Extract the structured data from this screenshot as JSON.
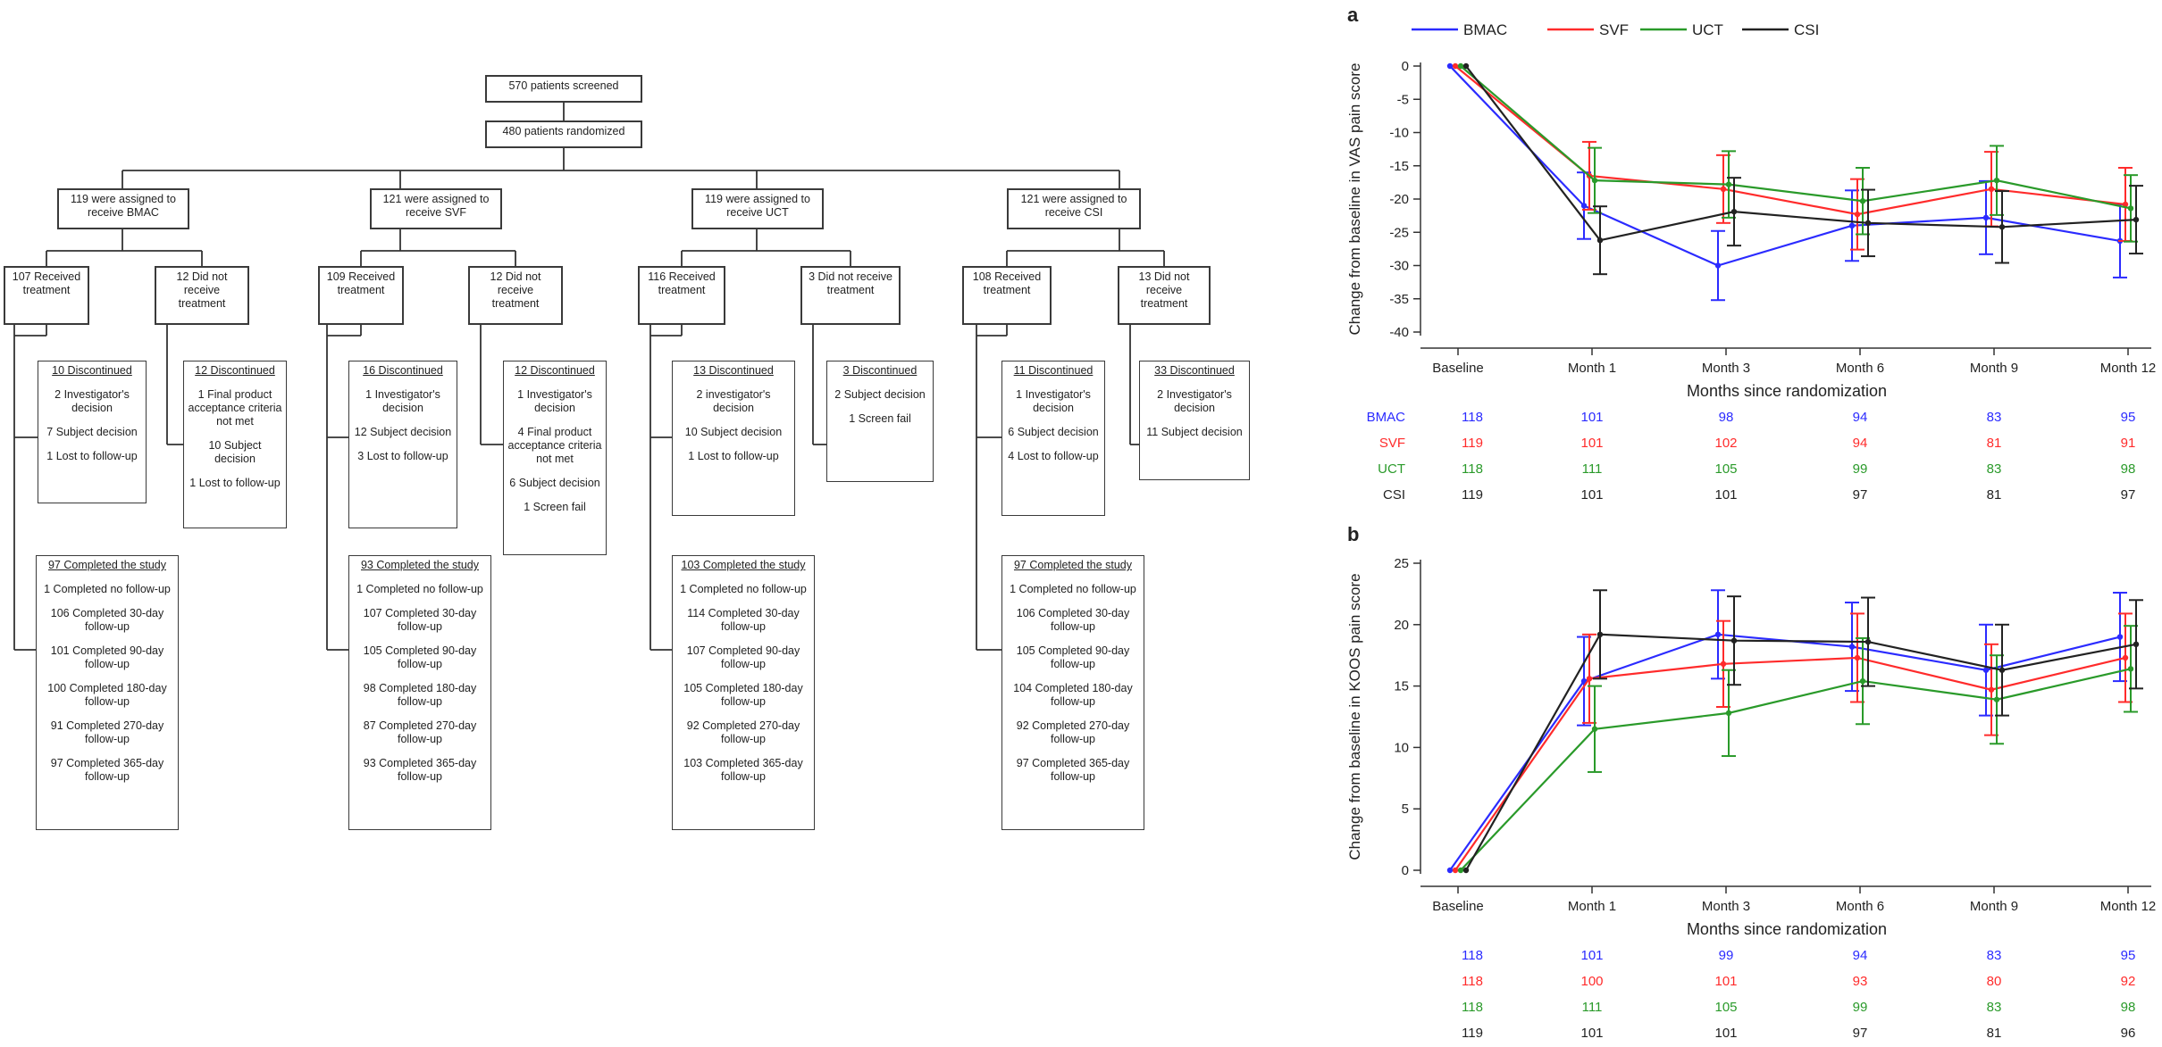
{
  "flow": {
    "screened": "570 patients screened",
    "randomized": "480 patients randomized",
    "arms": [
      {
        "assigned": "119 were assigned to receive BMAC",
        "received": "107 Received treatment",
        "not_received": "12 Did not receive treatment",
        "disc_received": {
          "title": "10 Discontinued",
          "items": [
            "2 Investigator's decision",
            "7 Subject decision",
            "1 Lost to follow-up"
          ]
        },
        "disc_not_received": {
          "title": "12 Discontinued",
          "items": [
            "1 Final product acceptance criteria not met",
            "10 Subject decision",
            "1 Lost to follow-up"
          ]
        },
        "completed": {
          "title": "97 Completed the study",
          "items": [
            "1 Completed no follow-up",
            "106 Completed 30-day follow-up",
            "101 Completed 90-day follow-up",
            "100 Completed 180-day follow-up",
            "91 Completed 270-day follow-up",
            "97 Completed 365-day follow-up"
          ]
        }
      },
      {
        "assigned": "121 were assigned to receive SVF",
        "received": "109 Received treatment",
        "not_received": "12 Did not receive treatment",
        "disc_received": {
          "title": "16 Discontinued",
          "items": [
            "1 Investigator's decision",
            "12 Subject decision",
            "3 Lost to follow-up"
          ]
        },
        "disc_not_received": {
          "title": "12 Discontinued",
          "items": [
            "1 Investigator's decision",
            "4 Final product acceptance criteria not met",
            "6 Subject decision",
            "1 Screen fail"
          ]
        },
        "completed": {
          "title": "93 Completed the study",
          "items": [
            "1 Completed no follow-up",
            "107 Completed 30-day follow-up",
            "105 Completed 90-day follow-up",
            "98 Completed 180-day follow-up",
            "87 Completed 270-day follow-up",
            "93 Completed 365-day follow-up"
          ]
        }
      },
      {
        "assigned": "119 were assigned to receive UCT",
        "received": "116 Received treatment",
        "not_received": "3 Did not receive treatment",
        "disc_received": {
          "title": "13 Discontinued",
          "items": [
            "2 investigator's decision",
            "10 Subject decision",
            "1 Lost to follow-up"
          ]
        },
        "disc_not_received": {
          "title": "3 Discontinued",
          "items": [
            "2 Subject decision",
            "1 Screen fail"
          ]
        },
        "completed": {
          "title": "103 Completed the study",
          "items": [
            "1 Completed no follow-up",
            "114 Completed 30-day follow-up",
            "107 Completed 90-day follow-up",
            "105 Completed 180-day follow-up",
            "92 Completed 270-day follow-up",
            "103 Completed 365-day follow-up"
          ]
        }
      },
      {
        "assigned": "121 were assigned to receive CSI",
        "received": "108 Received treatment",
        "not_received": "13 Did not receive treatment",
        "disc_received": {
          "title": "11 Discontinued",
          "items": [
            "1 Investigator's decision",
            "6 Subject decision",
            "4 Lost to follow-up"
          ]
        },
        "disc_not_received": {
          "title": "33 Discontinued",
          "items": [
            "2 Investigator's decision",
            "11 Subject decision"
          ]
        },
        "completed": {
          "title": "97 Completed the study",
          "items": [
            "1 Completed no follow-up",
            "106 Completed 30-day follow-up",
            "105 Completed 90-day follow-up",
            "104 Completed 180-day follow-up",
            "92 Completed 270-day follow-up",
            "97 Completed 365-day follow-up"
          ]
        }
      }
    ]
  },
  "legend": [
    {
      "name": "BMAC",
      "color": "#2b2bff"
    },
    {
      "name": "SVF",
      "color": "#ff2b2b"
    },
    {
      "name": "UCT",
      "color": "#2a9a2a"
    },
    {
      "name": "CSI",
      "color": "#222222"
    }
  ],
  "chart_data": [
    {
      "panel_label": "a",
      "type": "line",
      "ylabel": "Change from baseline in VAS pain score",
      "xlabel": "Months since randomization",
      "categories": [
        "Baseline",
        "Month 1",
        "Month 3",
        "Month 6",
        "Month 9",
        "Month 12"
      ],
      "ylim": [
        -40,
        0
      ],
      "yticks": [
        0,
        -5,
        -10,
        -15,
        -20,
        -25,
        -30,
        -35,
        -40
      ],
      "series": [
        {
          "name": "BMAC",
          "color": "#2b2bff",
          "values": [
            0,
            -21,
            -30,
            -24,
            -22.8,
            -26.3
          ],
          "err": [
            0,
            5,
            5.2,
            5.3,
            5.5,
            5.5
          ]
        },
        {
          "name": "SVF",
          "color": "#ff2b2b",
          "values": [
            0,
            -16.5,
            -18.5,
            -22.3,
            -18.5,
            -20.8
          ],
          "err": [
            0,
            5.1,
            5.1,
            5.3,
            5.6,
            5.5
          ]
        },
        {
          "name": "UCT",
          "color": "#2a9a2a",
          "values": [
            0,
            -17.2,
            -17.8,
            -20.3,
            -17.2,
            -21.4
          ],
          "err": [
            0,
            4.9,
            5,
            5,
            5.2,
            5
          ]
        },
        {
          "name": "CSI",
          "color": "#222222",
          "values": [
            0,
            -26.2,
            -21.9,
            -23.6,
            -24.2,
            -23.1
          ],
          "err": [
            0,
            5.1,
            5.1,
            5,
            5.4,
            5.1
          ]
        }
      ],
      "n_table": [
        {
          "name": "BMAC",
          "color": "#2b2bff",
          "values": [
            118,
            101,
            98,
            94,
            83,
            95
          ]
        },
        {
          "name": "SVF",
          "color": "#ff2b2b",
          "values": [
            119,
            101,
            102,
            94,
            81,
            91
          ]
        },
        {
          "name": "UCT",
          "color": "#2a9a2a",
          "values": [
            118,
            111,
            105,
            99,
            83,
            98
          ]
        },
        {
          "name": "CSI",
          "color": "#222222",
          "values": [
            119,
            101,
            101,
            97,
            81,
            97
          ]
        }
      ]
    },
    {
      "panel_label": "b",
      "type": "line",
      "ylabel": "Change from baseline in KOOS pain score",
      "xlabel": "Months since randomization",
      "categories": [
        "Baseline",
        "Month 1",
        "Month 3",
        "Month 6",
        "Month 9",
        "Month 12"
      ],
      "ylim": [
        0,
        25
      ],
      "yticks": [
        0,
        5,
        10,
        15,
        20,
        25
      ],
      "series": [
        {
          "name": "BMAC",
          "color": "#2b2bff",
          "values": [
            0,
            15.4,
            19.2,
            18.2,
            16.3,
            19
          ],
          "err": [
            0,
            3.6,
            3.6,
            3.6,
            3.7,
            3.6
          ]
        },
        {
          "name": "SVF",
          "color": "#ff2b2b",
          "values": [
            0,
            15.6,
            16.8,
            17.3,
            14.7,
            17.3
          ],
          "err": [
            0,
            3.6,
            3.5,
            3.6,
            3.7,
            3.6
          ]
        },
        {
          "name": "UCT",
          "color": "#2a9a2a",
          "values": [
            0,
            11.5,
            12.8,
            15.4,
            13.9,
            16.4
          ],
          "err": [
            0,
            3.5,
            3.5,
            3.5,
            3.6,
            3.5
          ]
        },
        {
          "name": "CSI",
          "color": "#222222",
          "values": [
            0,
            19.2,
            18.7,
            18.6,
            16.3,
            18.4
          ],
          "err": [
            0,
            3.6,
            3.6,
            3.6,
            3.7,
            3.6
          ]
        }
      ],
      "n_table": [
        {
          "name": "BMAC",
          "color": "#2b2bff",
          "values": [
            118,
            101,
            99,
            94,
            83,
            95
          ]
        },
        {
          "name": "SVF",
          "color": "#ff2b2b",
          "values": [
            118,
            100,
            101,
            93,
            80,
            92
          ]
        },
        {
          "name": "UCT",
          "color": "#2a9a2a",
          "values": [
            118,
            111,
            105,
            99,
            83,
            98
          ]
        },
        {
          "name": "CSI",
          "color": "#222222",
          "values": [
            119,
            101,
            101,
            97,
            81,
            96
          ]
        }
      ]
    }
  ]
}
